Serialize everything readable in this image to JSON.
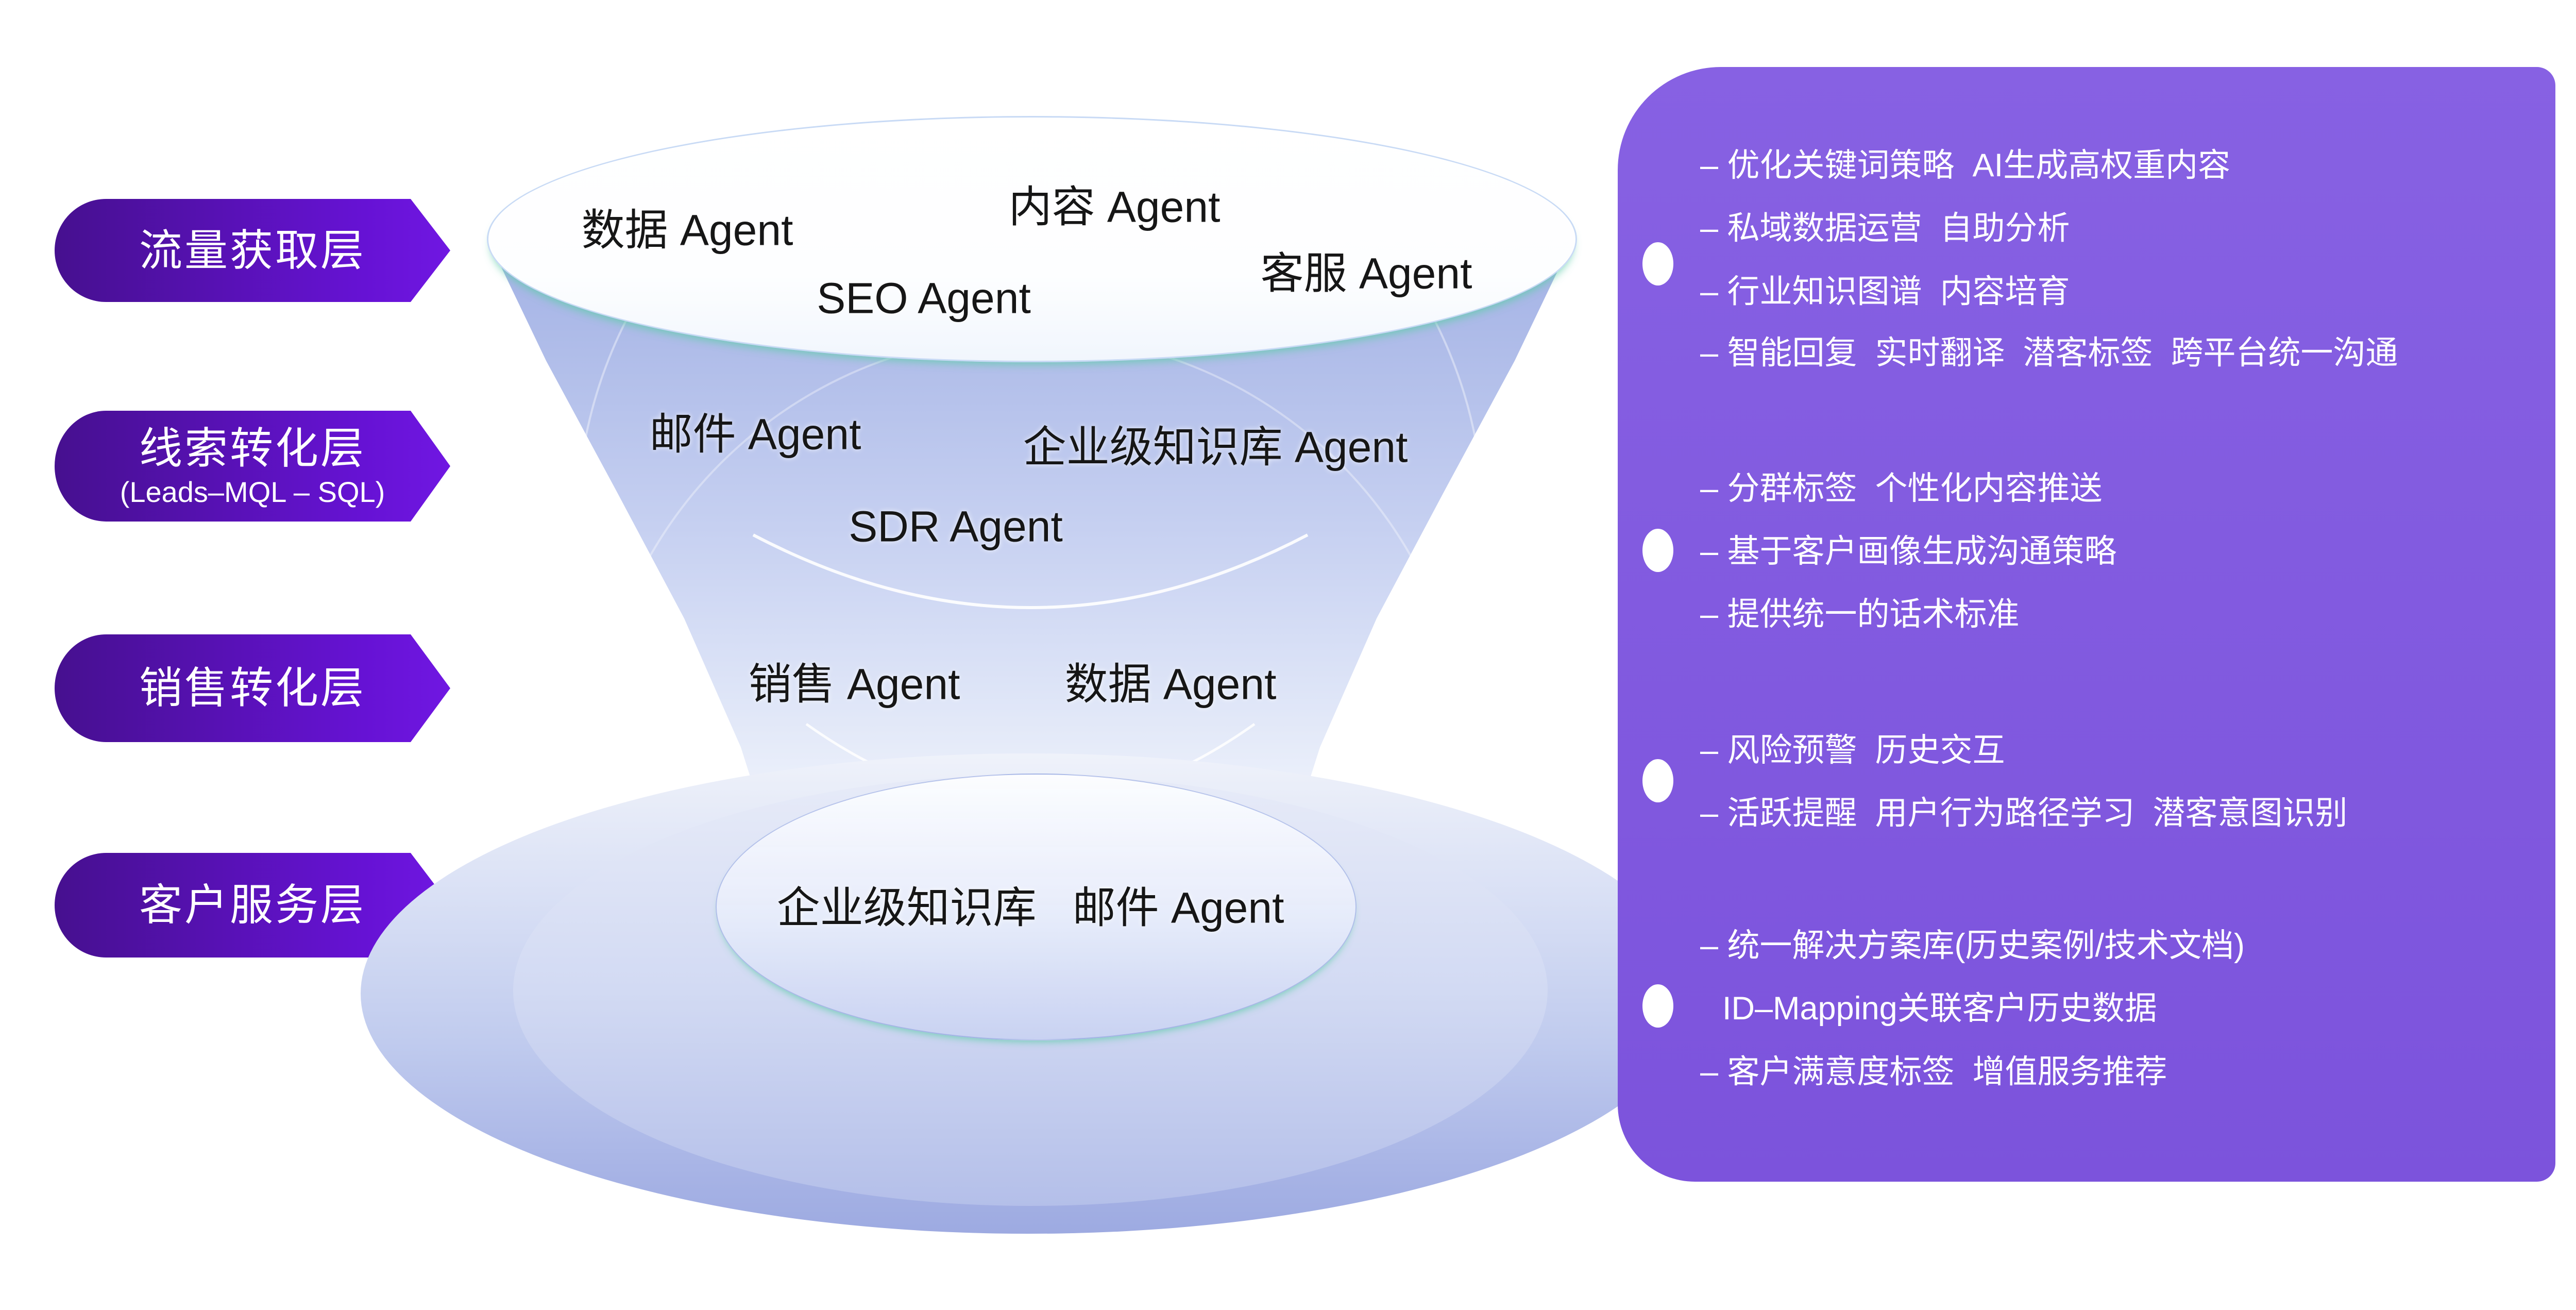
{
  "left_layers": [
    {
      "label": "流量获取层",
      "sub": ""
    },
    {
      "label": "线索转化层",
      "sub": "(Leads–MQL – SQL)"
    },
    {
      "label": "销售转化层",
      "sub": ""
    },
    {
      "label": "客户服务层",
      "sub": ""
    }
  ],
  "funnel": {
    "level1": {
      "agents": [
        "数据 Agent",
        "内容 Agent",
        "SEO Agent",
        "客服 Agent"
      ]
    },
    "level2": {
      "agents": [
        "邮件 Agent",
        "企业级知识库 Agent",
        "SDR Agent"
      ]
    },
    "level3": {
      "agents": [
        "销售 Agent",
        "数据 Agent"
      ]
    },
    "level4": {
      "agents": [
        "企业级知识库",
        "邮件 Agent"
      ]
    }
  },
  "panel": {
    "groups": [
      {
        "lines": [
          "– 优化关键词策略  AI生成高权重内容",
          "– 私域数据运营  自助分析",
          "– 行业知识图谱  内容培育",
          "– 智能回复  实时翻译  潜客标签  跨平台统一沟通"
        ]
      },
      {
        "lines": [
          "– 分群标签  个性化内容推送",
          "– 基于客户画像生成沟通策略",
          "– 提供统一的话术标准"
        ]
      },
      {
        "lines": [
          "– 风险预警  历史交互",
          "– 活跃提醒  用户行为路径学习  潜客意图识别"
        ]
      },
      {
        "lines": [
          "– 统一解决方案库(历史案例/技术文档)",
          "ID–Mapping关联客户历史数据",
          "– 客户满意度标签  增值服务推荐"
        ]
      }
    ]
  },
  "colors": {
    "arrow_gradient_start": "#46108F",
    "arrow_gradient_end": "#7017E2",
    "panel_purple": "#8560E2",
    "funnel_blue": "#A9B6E7",
    "pool_lavender": "#C8D1F0",
    "accent_teal": "#6FD0B2",
    "text_dark": "#161616",
    "text_light": "#FFFFFF"
  }
}
